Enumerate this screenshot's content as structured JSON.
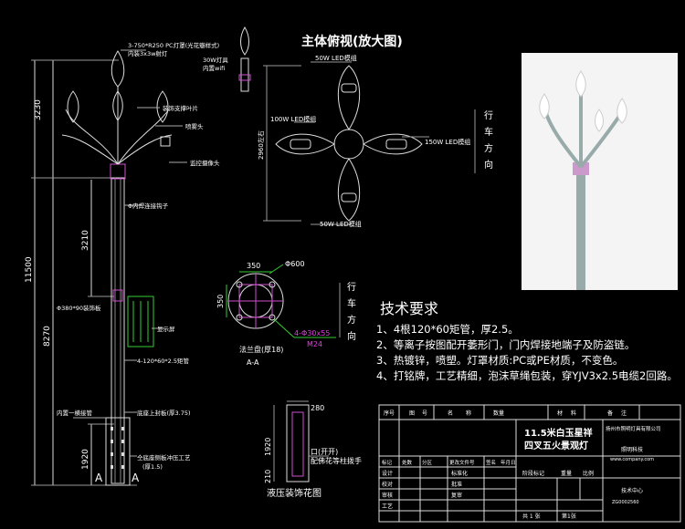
{
  "title": "主体俯视(放大图)",
  "top_view": {
    "top_label": "50W LED模组",
    "bottom_label": "50W LED模组",
    "left_label": "100W LED模组",
    "right_label": "150W LED模组",
    "dim": "2960左右",
    "direction": [
      "行",
      "车",
      "方",
      "向"
    ]
  },
  "elevation": {
    "dims": [
      "3230",
      "11500",
      "3210",
      "8270",
      "1920"
    ],
    "labels": {
      "lamp_spec": "3-750*R250 PC灯罩(光花瓣样式)",
      "lamp_spec2": "内装3x3w射灯",
      "small_lamp": "30W灯具",
      "small_lamp2": "内置wifi",
      "support": "装饰支撑叶片",
      "spray": "喷雾头",
      "camera": "监控摄像头",
      "hook": "Φ内焊连接钩子",
      "plate": "Φ380*90装饰板",
      "screen": "显示屏",
      "tube": "4-120*60*2.5矩管",
      "weld": "内置一横接管",
      "base_plate": "底座上封板(厚3.75)",
      "base_side": "仝底座侧板冲压工艺",
      "base_side2": "(厚1.5)",
      "section_left": "A",
      "section_right": "A"
    }
  },
  "flange": {
    "dim_width": "350",
    "dim_height": "350",
    "dim_dia": "Φ600",
    "bolts": "4-Φ30x55",
    "bolt_size": "M24",
    "name": "法兰盘(厚18)",
    "section": "A-A",
    "direction": [
      "行",
      "车",
      "方",
      "向"
    ]
  },
  "base_detail": {
    "dim_top": "280",
    "dim_a": "1920",
    "dim_b": "210",
    "open_label": "口(开开)",
    "hand_label": "配佛花等柱拨手",
    "caption": "液压装饰花图"
  },
  "requirements": {
    "heading": "技术要求",
    "items": [
      "1、4根120*60矩管，厚2.5。",
      "2、等离子按图配开萎形门，门内焊接地端子及防盗链。",
      "3、热镀锌，喷塑。灯罩材质:PC或PE材质，不变色。",
      "4、打铭牌，工艺精细，泡沫草绳包装，穿YJV3x2.5电缆2回路。"
    ]
  },
  "title_block": {
    "col_headers": [
      "序号",
      "图",
      "号",
      "名",
      "称",
      "数量",
      "材",
      "料",
      "备",
      "注"
    ],
    "product": "11.5米白玉星祥",
    "product2": "四叉五火景观灯",
    "row_labels": [
      "标记",
      "处数",
      "分区",
      "更改文件号",
      "签名",
      "年月日"
    ],
    "left_rows": [
      "设计",
      "校对",
      "审核",
      "工艺"
    ],
    "mid_rows": [
      "标准化",
      "批准",
      "复审"
    ],
    "cells": [
      "阶段标记",
      "重量",
      "比例"
    ],
    "sheet": "共 1 张",
    "sheet2": "第1张",
    "company": "扬州市照明灯具有限公司",
    "company_en": "www.company.com",
    "right_line1": "照明科技",
    "right_line2": "技术中心",
    "right_line3": "ZG0002560"
  }
}
